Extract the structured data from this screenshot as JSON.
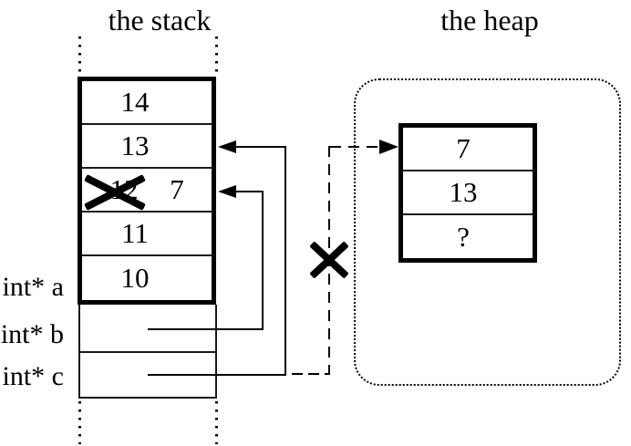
{
  "titles": {
    "stack": "the stack",
    "heap": "the heap"
  },
  "stack": {
    "cells": [
      {
        "value": "14"
      },
      {
        "value": "13"
      },
      {
        "old_value": "12",
        "new_value": "7",
        "crossed_out": true
      },
      {
        "value": "11"
      },
      {
        "value": "10"
      }
    ],
    "labels": [
      {
        "text": "int* a"
      },
      {
        "text": "int* b"
      },
      {
        "text": "int* c"
      }
    ]
  },
  "heap": {
    "cells": [
      {
        "value": "7"
      },
      {
        "value": "13"
      },
      {
        "value": "?"
      }
    ]
  },
  "colors": {
    "ink": "#000000",
    "background": "#ffffff"
  }
}
